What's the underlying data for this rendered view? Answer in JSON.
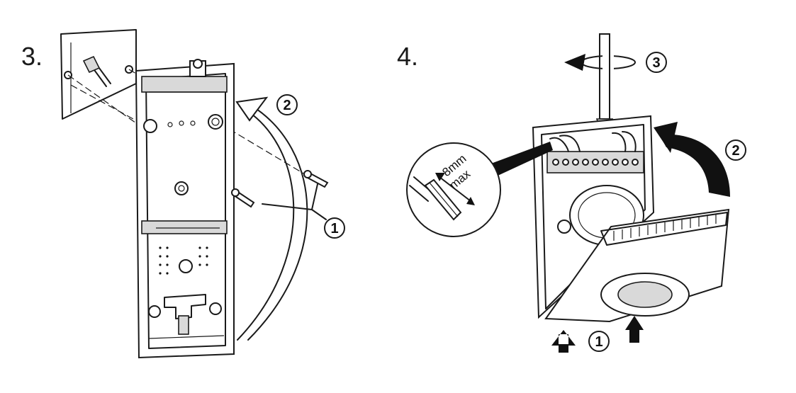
{
  "step3": {
    "label": "3.",
    "callouts": [
      "1",
      "2"
    ]
  },
  "step4": {
    "label": "4.",
    "callouts": [
      "1",
      "2",
      "3"
    ],
    "wire_strip_length": "8mm",
    "wire_strip_qualifier": "max"
  },
  "colors": {
    "ink": "#1a1a1a",
    "background": "#ffffff",
    "shade": "#d9d9d9"
  }
}
